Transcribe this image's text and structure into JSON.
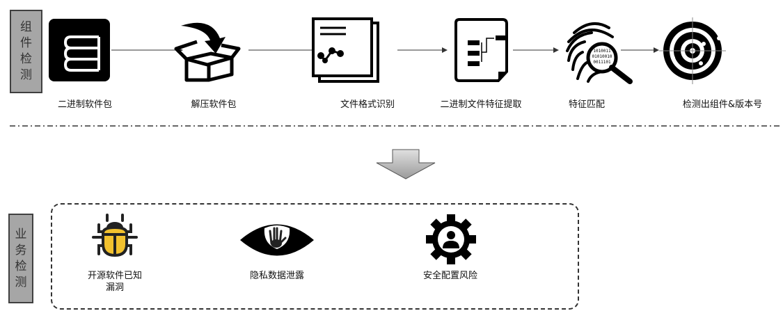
{
  "component_detection": {
    "label_chars": [
      "组",
      "件",
      "检",
      "测"
    ],
    "steps": [
      {
        "label": "二进制软件包",
        "icon": "book-stack-icon"
      },
      {
        "label": "解压软件包",
        "icon": "box-unpack-icon"
      },
      {
        "label": "文件格式识别",
        "icon": "document-chart-icon"
      },
      {
        "label": "二进制文件特征提取",
        "icon": "flowchart-document-icon"
      },
      {
        "label": "特征匹配",
        "icon": "fingerprint-search-icon"
      },
      {
        "label": "检测出组件&版本号",
        "icon": "target-icon"
      }
    ],
    "binary_digits": [
      "1010011",
      "01010010",
      "0011101"
    ]
  },
  "business_detection": {
    "label_chars": [
      "业",
      "务",
      "检",
      "测"
    ],
    "items": [
      {
        "label_lines": [
          "开源软件已知",
          "漏洞"
        ],
        "icon": "bug-icon"
      },
      {
        "label_lines": [
          "隐私数据泄露"
        ],
        "icon": "eye-hand-icon"
      },
      {
        "label_lines": [
          "安全配置风险"
        ],
        "icon": "gear-user-icon"
      }
    ]
  },
  "colors": {
    "side_box": "#a6a6a6",
    "bug": "#f2c12e",
    "arrow_down": "#bfbfbf"
  }
}
